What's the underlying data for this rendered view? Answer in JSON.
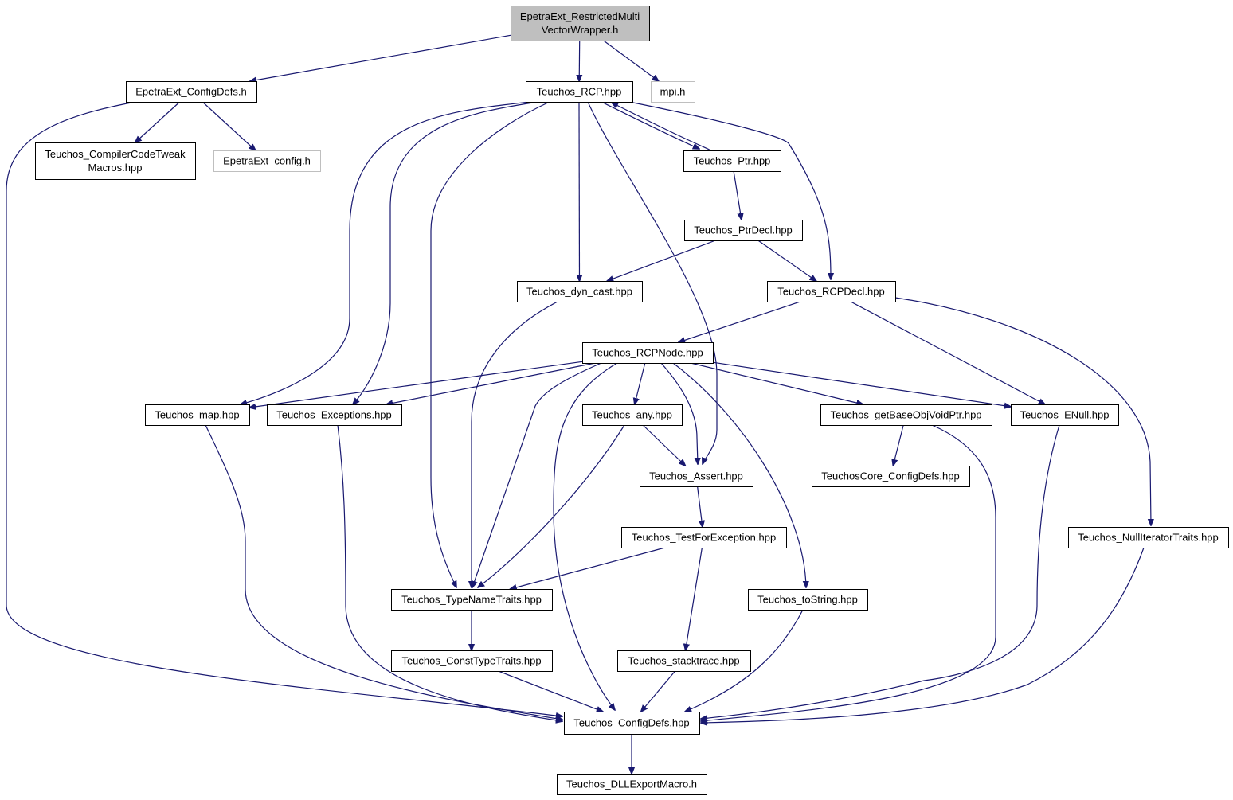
{
  "colors": {
    "edge": "#191970",
    "node_border": "#000000",
    "external_border": "#bfbfbf",
    "root_fill": "#bfbfbf",
    "node_fill": "#ffffff"
  },
  "nodes": {
    "root": {
      "lines": [
        "EpetraExt_RestrictedMulti",
        "VectorWrapper.h"
      ],
      "kind": "root"
    },
    "epetraext_configdefs": {
      "lines": [
        "EpetraExt_ConfigDefs.h"
      ],
      "kind": "normal"
    },
    "teuchos_rcp": {
      "lines": [
        "Teuchos_RCP.hpp"
      ],
      "kind": "normal"
    },
    "mpi_h": {
      "lines": [
        "mpi.h"
      ],
      "kind": "external"
    },
    "teuchos_compilercodetweak": {
      "lines": [
        "Teuchos_CompilerCodeTweak",
        "Macros.hpp"
      ],
      "kind": "normal"
    },
    "epetraext_config": {
      "lines": [
        "EpetraExt_config.h"
      ],
      "kind": "external"
    },
    "teuchos_ptr": {
      "lines": [
        "Teuchos_Ptr.hpp"
      ],
      "kind": "normal"
    },
    "teuchos_ptrdecl": {
      "lines": [
        "Teuchos_PtrDecl.hpp"
      ],
      "kind": "normal"
    },
    "teuchos_dyn_cast": {
      "lines": [
        "Teuchos_dyn_cast.hpp"
      ],
      "kind": "normal"
    },
    "teuchos_rcpdecl": {
      "lines": [
        "Teuchos_RCPDecl.hpp"
      ],
      "kind": "normal"
    },
    "teuchos_rcpnode": {
      "lines": [
        "Teuchos_RCPNode.hpp"
      ],
      "kind": "normal"
    },
    "teuchos_map": {
      "lines": [
        "Teuchos_map.hpp"
      ],
      "kind": "normal"
    },
    "teuchos_exceptions": {
      "lines": [
        "Teuchos_Exceptions.hpp"
      ],
      "kind": "normal"
    },
    "teuchos_any": {
      "lines": [
        "Teuchos_any.hpp"
      ],
      "kind": "normal"
    },
    "teuchos_getbaseobjvoidptr": {
      "lines": [
        "Teuchos_getBaseObjVoidPtr.hpp"
      ],
      "kind": "normal"
    },
    "teuchos_enull": {
      "lines": [
        "Teuchos_ENull.hpp"
      ],
      "kind": "normal"
    },
    "teuchos_assert": {
      "lines": [
        "Teuchos_Assert.hpp"
      ],
      "kind": "normal"
    },
    "teuchoscore_configdefs": {
      "lines": [
        "TeuchosCore_ConfigDefs.hpp"
      ],
      "kind": "normal"
    },
    "teuchos_testforexception": {
      "lines": [
        "Teuchos_TestForException.hpp"
      ],
      "kind": "normal"
    },
    "teuchos_nulliteratortraits": {
      "lines": [
        "Teuchos_NullIteratorTraits.hpp"
      ],
      "kind": "normal"
    },
    "teuchos_typenametraits": {
      "lines": [
        "Teuchos_TypeNameTraits.hpp"
      ],
      "kind": "normal"
    },
    "teuchos_tostring": {
      "lines": [
        "Teuchos_toString.hpp"
      ],
      "kind": "normal"
    },
    "teuchos_consttypetraits": {
      "lines": [
        "Teuchos_ConstTypeTraits.hpp"
      ],
      "kind": "normal"
    },
    "teuchos_stacktrace": {
      "lines": [
        "Teuchos_stacktrace.hpp"
      ],
      "kind": "normal"
    },
    "teuchos_configdefs": {
      "lines": [
        "Teuchos_ConfigDefs.hpp"
      ],
      "kind": "normal"
    },
    "teuchos_dllexportmacro": {
      "lines": [
        "Teuchos_DLLExportMacro.h"
      ],
      "kind": "normal"
    }
  },
  "edges": [
    [
      "root",
      "epetraext_configdefs"
    ],
    [
      "root",
      "teuchos_rcp"
    ],
    [
      "root",
      "mpi_h"
    ],
    [
      "epetraext_configdefs",
      "teuchos_compilercodetweak"
    ],
    [
      "epetraext_configdefs",
      "epetraext_config"
    ],
    [
      "epetraext_configdefs",
      "teuchos_configdefs"
    ],
    [
      "teuchos_rcp",
      "teuchos_ptr"
    ],
    [
      "teuchos_ptr",
      "teuchos_rcp"
    ],
    [
      "teuchos_rcp",
      "teuchos_dyn_cast"
    ],
    [
      "teuchos_rcp",
      "teuchos_rcpdecl"
    ],
    [
      "teuchos_rcp",
      "teuchos_map"
    ],
    [
      "teuchos_rcp",
      "teuchos_exceptions"
    ],
    [
      "teuchos_rcp",
      "teuchos_typenametraits"
    ],
    [
      "teuchos_rcp",
      "teuchos_assert"
    ],
    [
      "teuchos_ptr",
      "teuchos_ptrdecl"
    ],
    [
      "teuchos_ptrdecl",
      "teuchos_dyn_cast"
    ],
    [
      "teuchos_ptrdecl",
      "teuchos_rcpdecl"
    ],
    [
      "teuchos_dyn_cast",
      "teuchos_typenametraits"
    ],
    [
      "teuchos_rcpdecl",
      "teuchos_rcpnode"
    ],
    [
      "teuchos_rcpdecl",
      "teuchos_enull"
    ],
    [
      "teuchos_rcpdecl",
      "teuchos_nulliteratortraits"
    ],
    [
      "teuchos_rcpnode",
      "teuchos_map"
    ],
    [
      "teuchos_rcpnode",
      "teuchos_exceptions"
    ],
    [
      "teuchos_rcpnode",
      "teuchos_any"
    ],
    [
      "teuchos_rcpnode",
      "teuchos_assert"
    ],
    [
      "teuchos_rcpnode",
      "teuchos_getbaseobjvoidptr"
    ],
    [
      "teuchos_rcpnode",
      "teuchos_enull"
    ],
    [
      "teuchos_rcpnode",
      "teuchos_typenametraits"
    ],
    [
      "teuchos_rcpnode",
      "teuchos_tostring"
    ],
    [
      "teuchos_rcpnode",
      "teuchos_configdefs"
    ],
    [
      "teuchos_any",
      "teuchos_assert"
    ],
    [
      "teuchos_any",
      "teuchos_typenametraits"
    ],
    [
      "teuchos_assert",
      "teuchos_testforexception"
    ],
    [
      "teuchos_testforexception",
      "teuchos_typenametraits"
    ],
    [
      "teuchos_testforexception",
      "teuchos_stacktrace"
    ],
    [
      "teuchos_getbaseobjvoidptr",
      "teuchoscore_configdefs"
    ],
    [
      "teuchos_getbaseobjvoidptr",
      "teuchos_configdefs"
    ],
    [
      "teuchos_typenametraits",
      "teuchos_consttypetraits"
    ],
    [
      "teuchos_consttypetraits",
      "teuchos_configdefs"
    ],
    [
      "teuchos_stacktrace",
      "teuchos_configdefs"
    ],
    [
      "teuchos_tostring",
      "teuchos_configdefs"
    ],
    [
      "teuchos_map",
      "teuchos_configdefs"
    ],
    [
      "teuchos_exceptions",
      "teuchos_configdefs"
    ],
    [
      "teuchos_enull",
      "teuchos_configdefs"
    ],
    [
      "teuchos_nulliteratortraits",
      "teuchos_configdefs"
    ],
    [
      "teuchos_configdefs",
      "teuchos_dllexportmacro"
    ]
  ]
}
